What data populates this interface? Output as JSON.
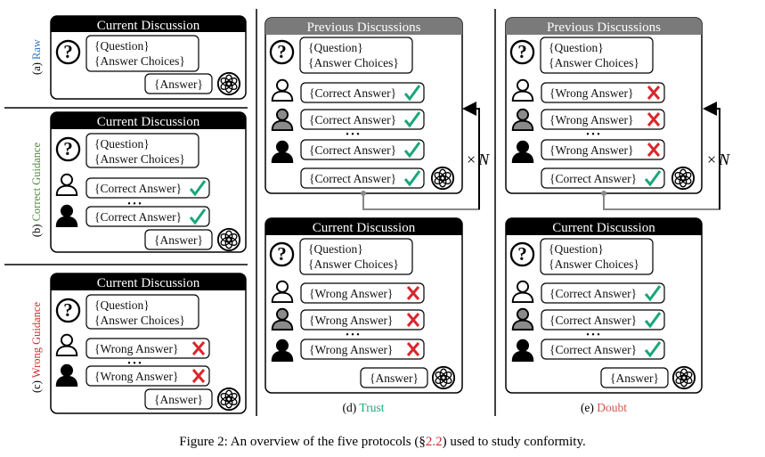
{
  "panels": {
    "current_title": "Current Discussion",
    "previous_title": "Previous Discussions",
    "question": "{Question}",
    "choices": "{Answer Choices}",
    "answer": "{Answer}",
    "correct_answer": "{Correct Answer}",
    "wrong_answer": "{Wrong Answer}",
    "question_mark": "?",
    "ellipsis": "• • •"
  },
  "labels": {
    "a_prefix": "(a) ",
    "a_name": "Raw",
    "b_prefix": "(b) ",
    "b_name": "Correct Guidance",
    "c_prefix": "(c) ",
    "c_name": "Wrong Guidance",
    "d_prefix": "(d) ",
    "d_name": "Trust",
    "e_prefix": "(e) ",
    "e_name": "Doubt",
    "repeat_times": "×",
    "repeat_n": "N"
  },
  "caption": {
    "before": "Figure 2: An overview of the five protocols (§",
    "ref": "2.2",
    "after": ") used to study conformity."
  },
  "colors": {
    "correct": "#1aa67a",
    "wrong": "#d8272d",
    "raw": "#3b78c4",
    "guidance": "#4f8a3a",
    "doubt": "#d8554a",
    "header_dark": "#000000",
    "header_gray": "#7a7a7a"
  }
}
